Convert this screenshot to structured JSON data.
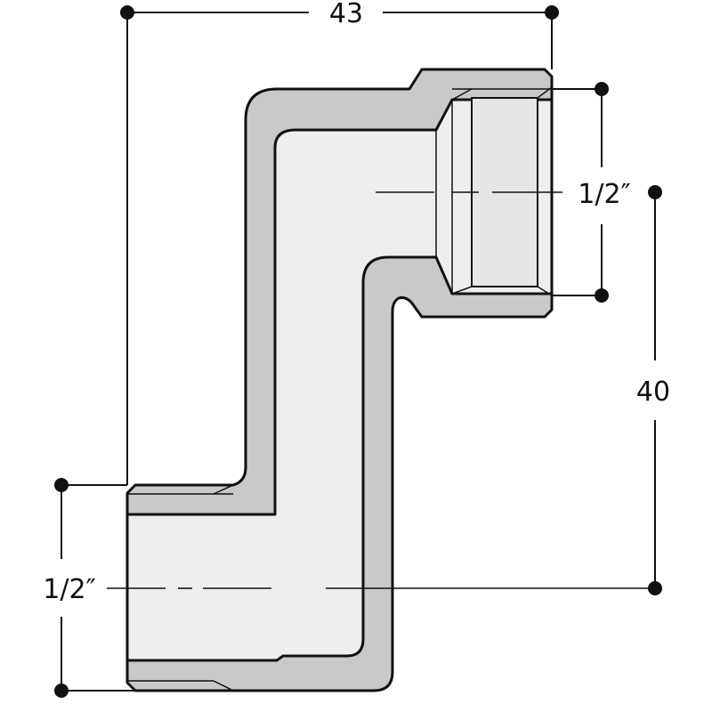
{
  "dimensions": {
    "overall_width": "43",
    "height_offset": "40",
    "top_port_size": "1/2″",
    "bottom_port_size": "1/2″"
  },
  "colors": {
    "wall": "#c9c9c9",
    "bore": "#eeeeee",
    "line": "#111111",
    "background": "#ffffff"
  }
}
